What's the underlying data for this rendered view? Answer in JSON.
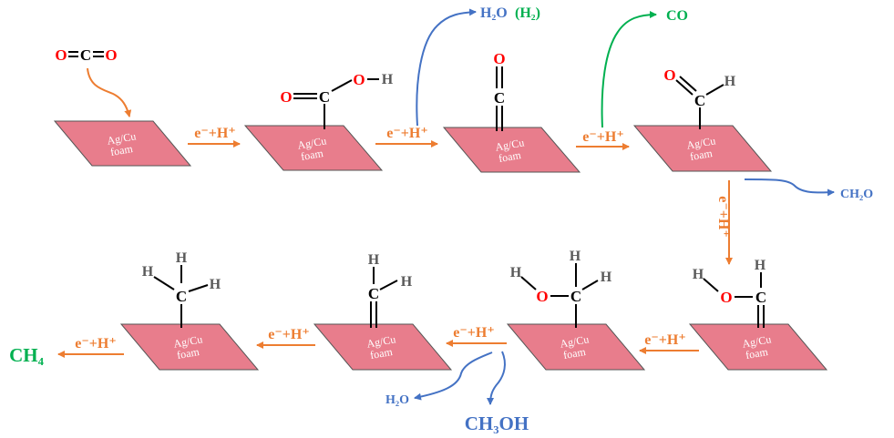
{
  "surface": {
    "label_line1": "Ag/Cu",
    "label_line2": "foam"
  },
  "reagent": {
    "label": "e⁻+H⁺"
  },
  "co2": {
    "O_left": "O",
    "C": "C",
    "O_right": "O"
  },
  "cooh": {
    "O_double": "O",
    "C": "C",
    "O_single": "O",
    "H": "H"
  },
  "co": {
    "O": "O",
    "C": "C"
  },
  "cho": {
    "O": "O",
    "C": "C",
    "H": "H"
  },
  "hcoh": {
    "H_top": "H",
    "O": "O",
    "C": "C"
  },
  "ch3o": {
    "H_o": "H",
    "O": "O",
    "C": "C",
    "H_top": "H",
    "H_right": "H"
  },
  "ch2": {
    "H_top": "H",
    "C": "C",
    "H_right": "H"
  },
  "ch3": {
    "H_top": "H",
    "H_left": "H",
    "H_right": "H",
    "C": "C"
  },
  "products": {
    "h2o_top_main": "H₂O",
    "h2o_top_alt": "(H₂)",
    "co": "CO",
    "ch2o": "CH₂O",
    "h2o_bottom": "H₂O",
    "ch3oh": "CH₃OH",
    "ch4": "CH₄"
  },
  "colors": {
    "surface_fill": "#e87d8c",
    "surface_stroke": "#555555",
    "arrow_orange": "#ed7d31",
    "arrow_blue": "#4472c4",
    "arrow_green": "#00b050",
    "oxygen_red": "#ff0000",
    "hydrogen_gray": "#595959",
    "carbon_black": "#000000"
  }
}
